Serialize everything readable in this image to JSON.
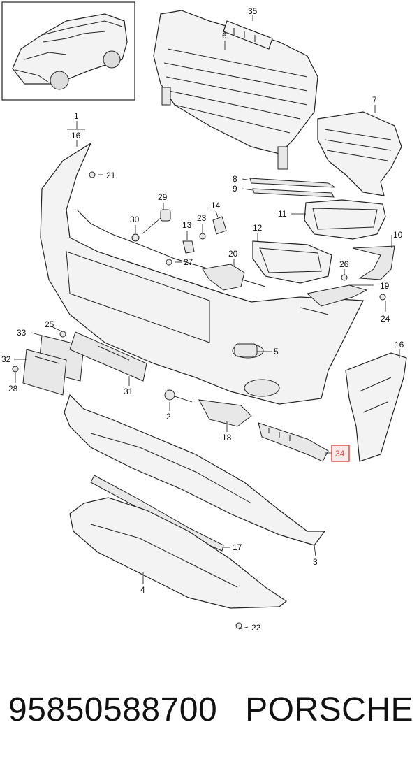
{
  "callouts": {
    "c1": "1",
    "c16a": "16",
    "c21": "21",
    "c35": "35",
    "c6": "6",
    "c7": "7",
    "c8": "8",
    "c9": "9",
    "c11": "11",
    "c29": "29",
    "c30": "30",
    "c23": "23",
    "c14": "14",
    "c13": "13",
    "c12": "12",
    "c10": "10",
    "c27": "27",
    "c20": "20",
    "c26": "26",
    "c19": "19",
    "c24": "24",
    "c33": "33",
    "c25": "25",
    "c5": "5",
    "c16b": "16",
    "c32": "32",
    "c28": "28",
    "c31": "31",
    "c2": "2",
    "c18": "18",
    "c34": "34",
    "c17": "17",
    "c3": "3",
    "c4": "4",
    "c22": "22"
  },
  "caption": {
    "part_number": "95850588700",
    "brand": "PORSCHE"
  },
  "highlight_color": "#d9534f"
}
